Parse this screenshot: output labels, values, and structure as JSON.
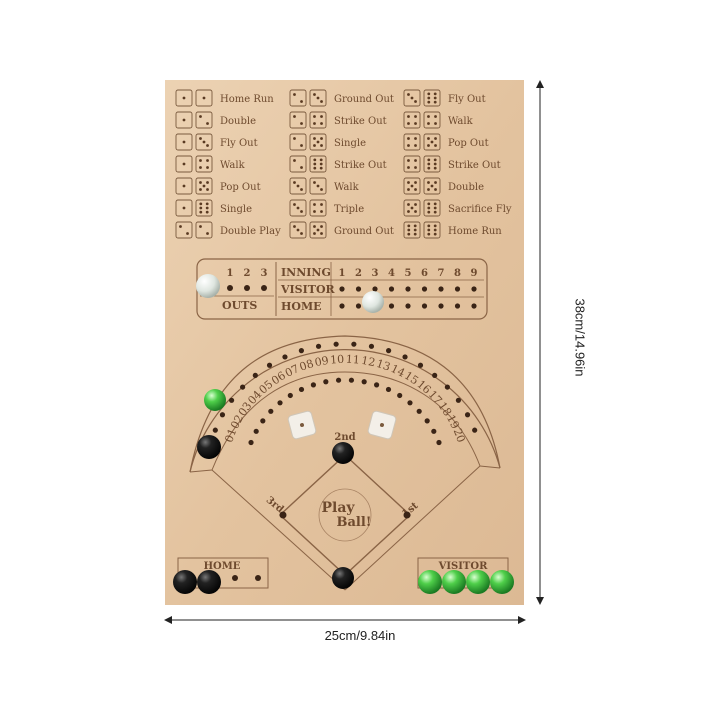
{
  "dimensions": {
    "width_label": "25cm/9.84in",
    "height_label": "38cm/14.96in"
  },
  "dice_chart": {
    "columns": [
      [
        {
          "dice": [
            1,
            1
          ],
          "result": "Home Run"
        },
        {
          "dice": [
            1,
            2
          ],
          "result": "Double"
        },
        {
          "dice": [
            1,
            3
          ],
          "result": "Fly Out"
        },
        {
          "dice": [
            1,
            4
          ],
          "result": "Walk"
        },
        {
          "dice": [
            1,
            5
          ],
          "result": "Pop Out"
        },
        {
          "dice": [
            1,
            6
          ],
          "result": "Single"
        },
        {
          "dice": [
            2,
            2
          ],
          "result": "Double Play"
        }
      ],
      [
        {
          "dice": [
            2,
            3
          ],
          "result": "Ground Out"
        },
        {
          "dice": [
            2,
            4
          ],
          "result": "Strike Out"
        },
        {
          "dice": [
            2,
            5
          ],
          "result": "Single"
        },
        {
          "dice": [
            2,
            6
          ],
          "result": "Strike Out"
        },
        {
          "dice": [
            3,
            3
          ],
          "result": "Walk"
        },
        {
          "dice": [
            3,
            4
          ],
          "result": "Triple"
        },
        {
          "dice": [
            3,
            5
          ],
          "result": "Ground Out"
        }
      ],
      [
        {
          "dice": [
            3,
            6
          ],
          "result": "Fly Out"
        },
        {
          "dice": [
            4,
            4
          ],
          "result": "Walk"
        },
        {
          "dice": [
            4,
            5
          ],
          "result": "Pop Out"
        },
        {
          "dice": [
            4,
            6
          ],
          "result": "Strike Out"
        },
        {
          "dice": [
            5,
            5
          ],
          "result": "Double"
        },
        {
          "dice": [
            5,
            6
          ],
          "result": "Sacrifice Fly"
        },
        {
          "dice": [
            6,
            6
          ],
          "result": "Home Run"
        }
      ]
    ]
  },
  "scoreboard": {
    "outs_numbers": [
      "1",
      "2",
      "3"
    ],
    "outs_label": "OUTS",
    "inning_label": "INNING",
    "visitor_label": "VISITOR",
    "home_label": "HOME",
    "innings": [
      "1",
      "2",
      "3",
      "4",
      "5",
      "6",
      "7",
      "8",
      "9"
    ]
  },
  "field": {
    "arc_numbers": [
      "01",
      "02",
      "03",
      "04",
      "05",
      "06",
      "07",
      "08",
      "09",
      "10",
      "11",
      "12",
      "13",
      "14",
      "15",
      "16",
      "17",
      "18",
      "19",
      "20"
    ],
    "second_base": "2nd",
    "first_base": "1st",
    "third_base": "3rd",
    "logo_line1": "Play",
    "logo_line2": "Ball!",
    "home_box_label": "HOME",
    "visitor_box_label": "VISITOR"
  },
  "colors": {
    "wood": "#e6c8a6",
    "wood_dark": "#d9b792",
    "engrave": "#6e4a2e",
    "green_marble": "#2fa83a",
    "black_marble": "#161616"
  }
}
